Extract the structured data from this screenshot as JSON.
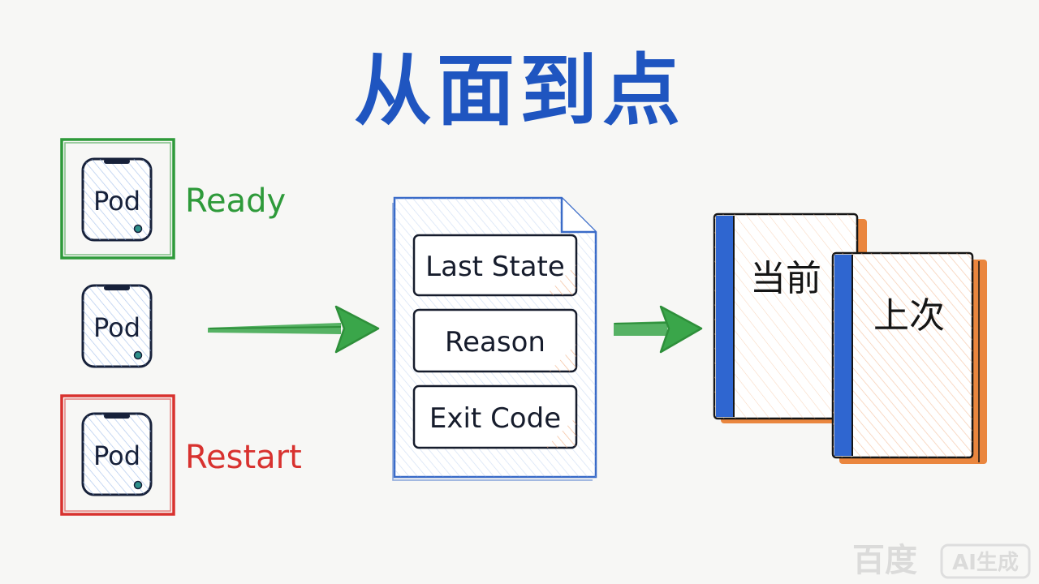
{
  "title": "从面到点",
  "pods": [
    {
      "label": "Pod",
      "status": "Ready"
    },
    {
      "label": "Pod",
      "status": ""
    },
    {
      "label": "Pod",
      "status": "Restart"
    }
  ],
  "document": {
    "fields": [
      "Last State",
      "Reason",
      "Exit Code"
    ]
  },
  "books": {
    "front": "当前",
    "back": "上次"
  },
  "watermark": {
    "brand": "百度",
    "tag": "AI生成"
  },
  "colors": {
    "title": "#1f55c0",
    "ready": "#2e9a3a",
    "restart": "#d8322f",
    "arrow": "#3aa64a",
    "document_line": "#3a6bc8",
    "book_spine": "#2f66d0",
    "book_shadow": "#e8792a",
    "ink": "#17213a"
  }
}
